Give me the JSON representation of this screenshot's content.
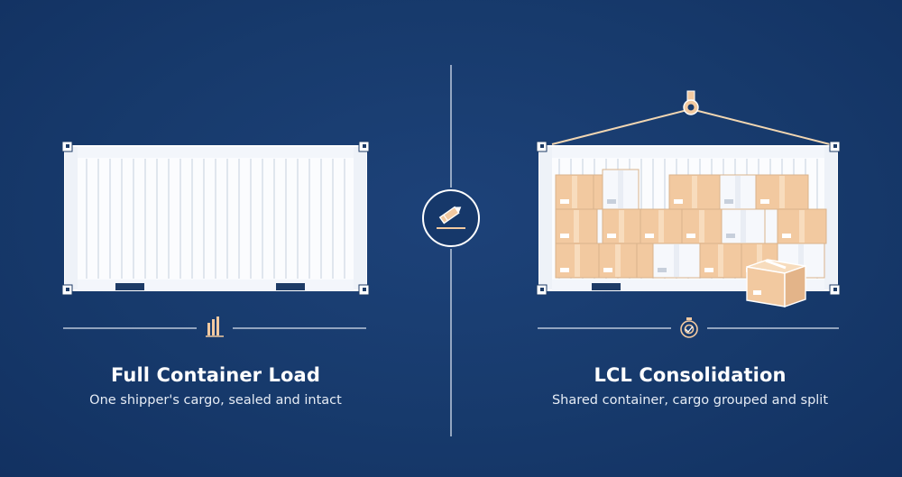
{
  "left_panel": {
    "title": "Full Container Load",
    "subtitle": "One shipper's cargo, sealed and intact",
    "icon": "bar-chart-icon"
  },
  "center_badge": {
    "icon": "pencil-icon"
  },
  "right_panel": {
    "title": "LCL Consolidation",
    "subtitle": "Shared container, cargo grouped and split",
    "icon": "target-icon"
  },
  "colors": {
    "background": "#173a6c",
    "container": "#ffffff",
    "box": "#f2c9a0",
    "line": "#f1d6b2",
    "text": "#ffffff"
  }
}
